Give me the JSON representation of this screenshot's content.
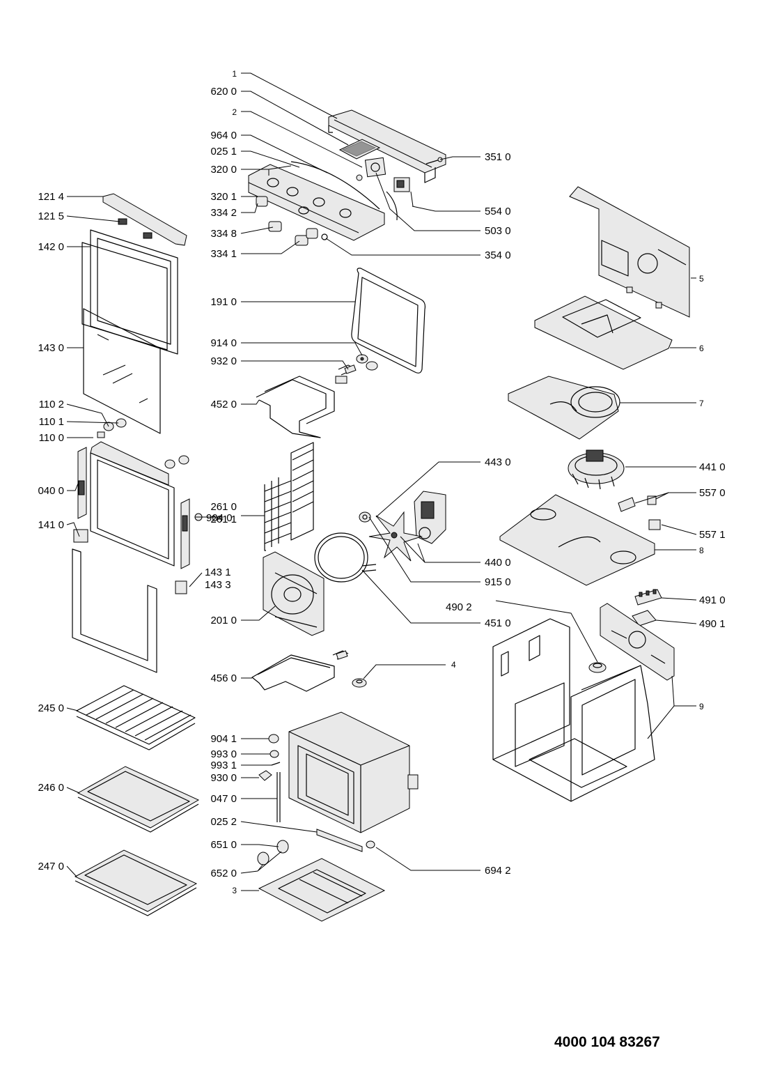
{
  "document_code": "4000 104 83267",
  "labels": {
    "c1": "1",
    "c620_0": "620 0",
    "c2": "2",
    "c964_0": "964 0",
    "c025_1": "025 1",
    "c320_0": "320 0",
    "c320_1": "320 1",
    "c334_2": "334 2",
    "c334_8": "334 8",
    "c334_1": "334 1",
    "c351_0": "351 0",
    "c554_0": "554 0",
    "c503_0": "503 0",
    "c354_0": "354 0",
    "c121_4": "121 4",
    "c121_5": "121 5",
    "c142_0": "142 0",
    "c143_0": "143 0",
    "c110_2": "110 2",
    "c110_1": "110 1",
    "c110_0": "110 0",
    "c040_0": "040 0",
    "c141_0": "141 0",
    "c143_1": "143 1",
    "c143_3": "143 3",
    "c191_0": "191 0",
    "c914_0": "914 0",
    "c932_0": "932 0",
    "c452_0": "452 0",
    "c261_0": "261 0",
    "c261_1": "261 1",
    "c904_0": "904 0",
    "c201_0": "201 0",
    "c443_0": "443 0",
    "c440_0": "440 0",
    "c915_0": "915 0",
    "c451_0": "451 0",
    "c456_0": "456 0",
    "c4": "4",
    "c245_0": "245 0",
    "c246_0": "246 0",
    "c247_0": "247 0",
    "c904_1": "904 1",
    "c993_0": "993 0",
    "c993_1": "993 1",
    "c930_0": "930 0",
    "c047_0": "047 0",
    "c025_2": "025 2",
    "c651_0": "651 0",
    "c652_0": "652 0",
    "c3": "3",
    "c694_2": "694 2",
    "c5": "5",
    "c6": "6",
    "c7": "7",
    "c441_0": "441 0",
    "c557_0": "557 0",
    "c557_1": "557 1",
    "c8": "8",
    "c490_2": "490 2",
    "c491_0": "491 0",
    "c490_1": "490 1",
    "c9": "9"
  }
}
